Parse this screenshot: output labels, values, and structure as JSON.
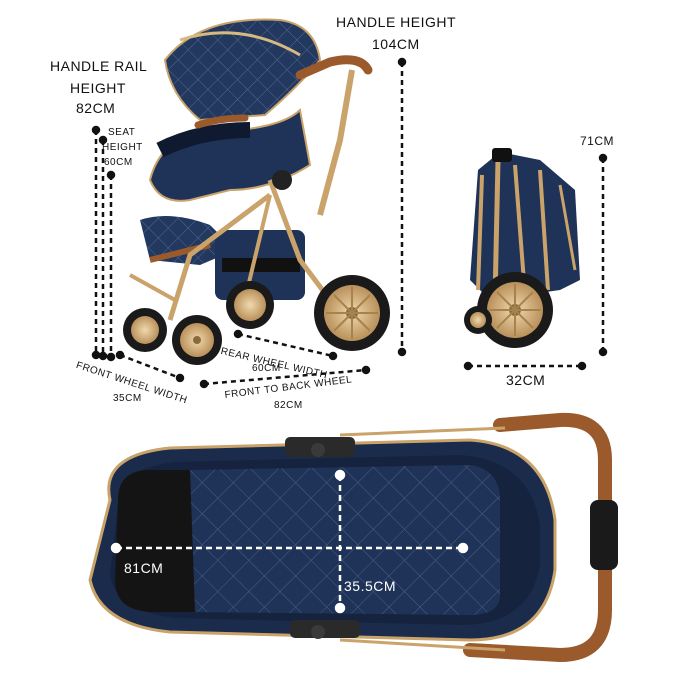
{
  "colors": {
    "fabric": "#1f3358",
    "fabric_dark": "#142240",
    "gold": "#c9a36a",
    "leather": "#9a5a2c",
    "tire": "#1a1a1a",
    "dim_line": "#111111",
    "text": "#111111"
  },
  "labels": {
    "handle_height": "HANDLE  HEIGHT",
    "handle_height_value": "104CM",
    "handle_rail_title_1": "HANDLE RAIL",
    "handle_rail_title_2": "HEIGHT",
    "handle_rail_value": "82CM",
    "seat_1": "SEAT",
    "seat_2": "HEIGHT",
    "seat_value": "60CM",
    "folded_height": "71CM",
    "rear_wheel_width": "REAR WHEEL WIDTH",
    "rear_wheel_value": "60CM",
    "front_wheel_width": "FRONT WHEEL WIDTH",
    "front_wheel_value": "35CM",
    "front_to_back_1": "FRONT TO BACK WHEEL",
    "front_to_back_2": "82CM",
    "folded_width": "32CM",
    "bassinet_length": "81CM",
    "bassinet_width": "35.5CM"
  }
}
